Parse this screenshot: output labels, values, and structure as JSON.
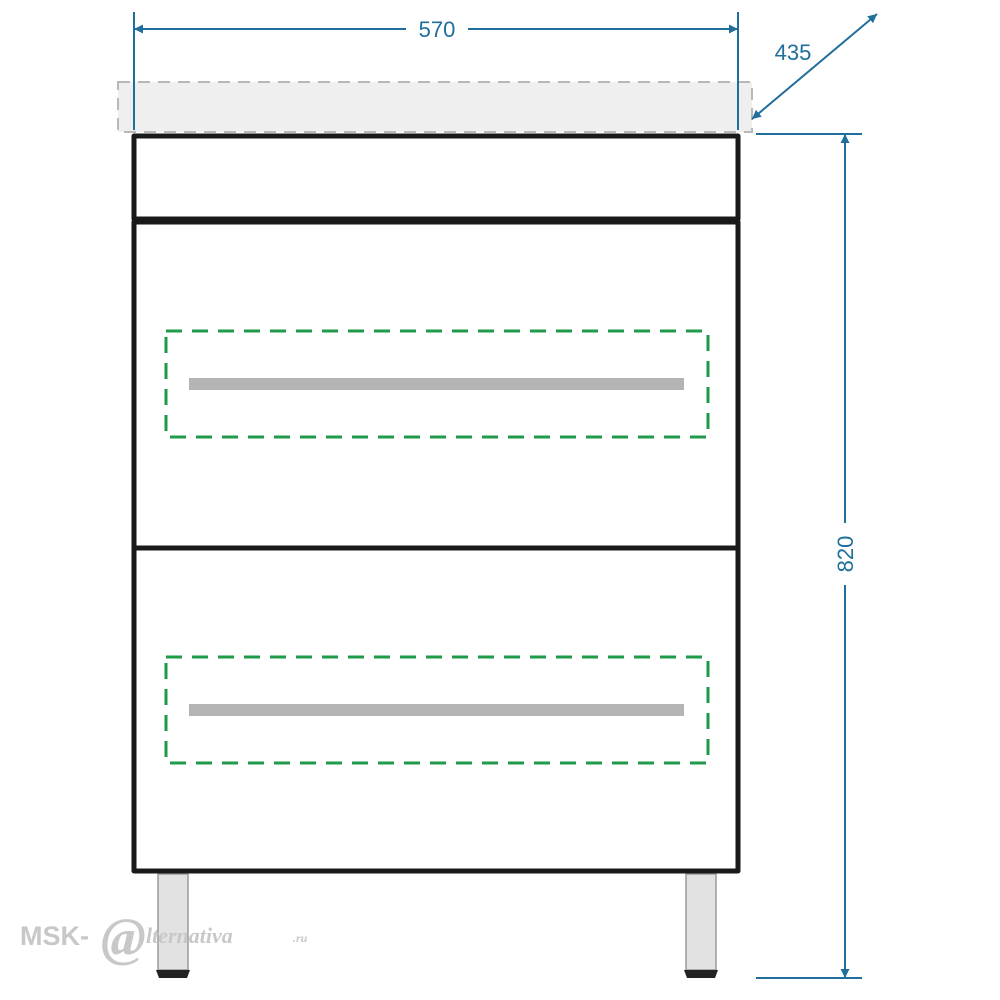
{
  "dimensions": {
    "width": "570",
    "depth": "435",
    "height": "820"
  },
  "watermark": {
    "prefix": "MSK-",
    "at_sign": "@",
    "suffix": "lternativa",
    "domain": ".ru"
  },
  "colors": {
    "dimension_lines": "#1f6e9c",
    "cabinet_outline": "#1a1a1a",
    "handle_bar": "#b4b4b4",
    "drawer_dashed": "#1e9a4a",
    "sink_outline": "#b8b8b8",
    "sink_fill": "#ededed",
    "leg_fill": "#e2e2e2",
    "watermark": "#c8c8c8"
  }
}
